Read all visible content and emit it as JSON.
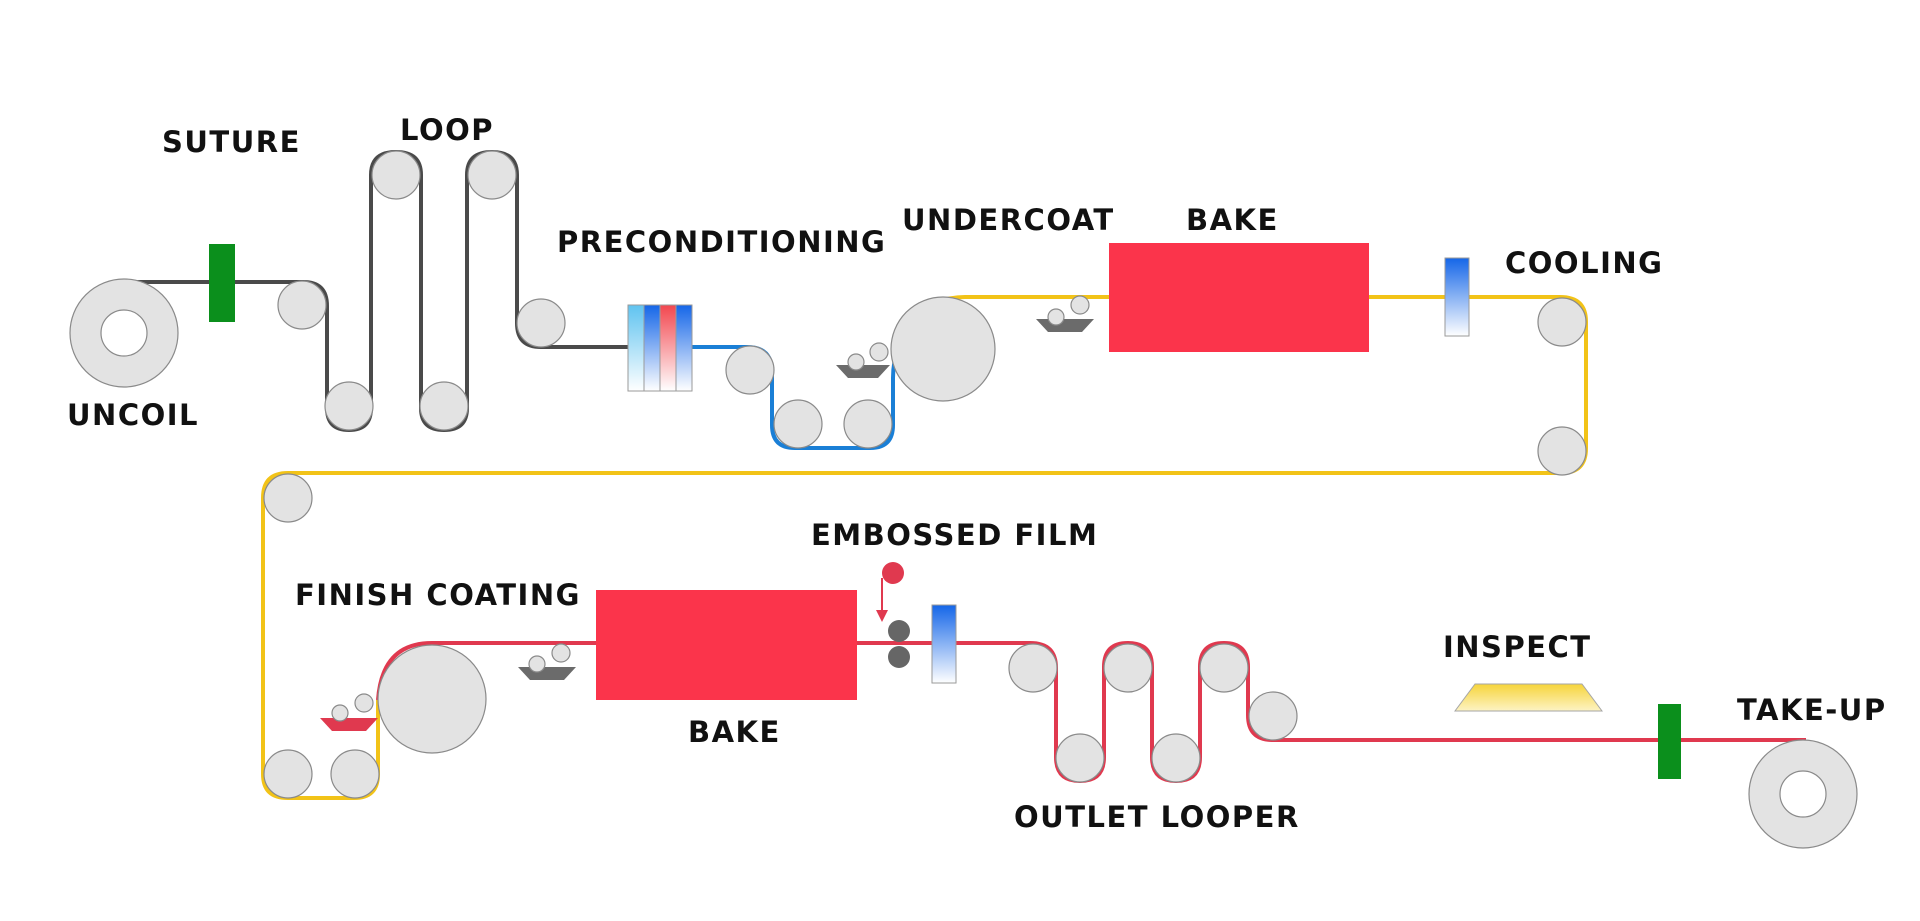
{
  "labels": {
    "suture": "SUTURE",
    "loop": "LOOP",
    "uncoil": "UNCOIL",
    "preconditioning": "PRECONDITIONING",
    "undercoat": "UNDERCOAT",
    "bake_top": "BAKE",
    "cooling": "COOLING",
    "embossed_film": "EMBOSSED FILM",
    "finish_coating": "FINISH COATING",
    "bake_bottom": "BAKE",
    "outlet_looper": "OUTLET LOOPER",
    "inspect": "INSPECT",
    "take_up": "TAKE-UP"
  },
  "colors": {
    "strip_raw": "#4a4a4a",
    "strip_pretreated": "#1a7fd6",
    "strip_primed": "#f2c318",
    "strip_finished": "#e0394f",
    "oven": "#fb344b",
    "welder": "#0b8f1c",
    "roller": "#e3e3e3",
    "pan": "#6b6b6b",
    "inspect_table": "#f2c318"
  }
}
